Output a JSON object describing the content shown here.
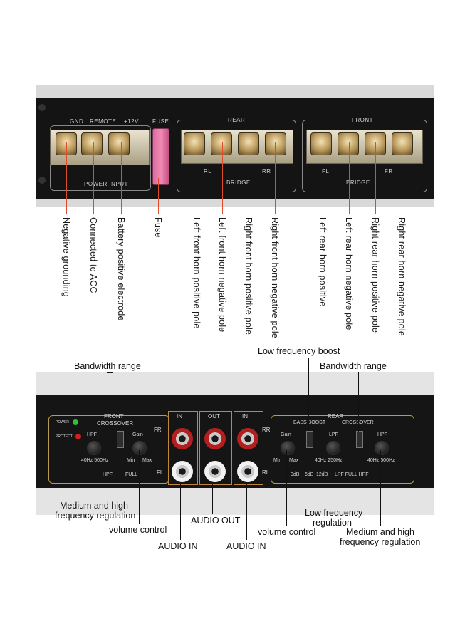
{
  "top_panel": {
    "silkscreen": {
      "gnd": "GND",
      "remote": "REMOTE",
      "plus12v": "+12V",
      "fuse": "FUSE",
      "power_input": "POWER INPUT",
      "rear": "REAR",
      "front": "FRONT",
      "rl": "RL",
      "rr": "RR",
      "fl": "FL",
      "fr": "FR",
      "bridge": "BRIDGE"
    },
    "labels": [
      "Negative grounding",
      "Connected to ACC",
      "Battery positive electrode",
      "Fuse",
      "Left front horn positive pole",
      "Left front horn negative pole",
      "Right front horn positive pole",
      "Right front horn negative pole",
      "Left rear horn positive",
      "Left rear horn negative pole",
      "Right rear horn positive pole",
      "Right rear horn negative pole"
    ]
  },
  "bottom_panel": {
    "silkscreen": {
      "power": "POWER",
      "protect": "PROTECT",
      "front": "FRONT",
      "crossover": "CROSSOVER",
      "hpf": "HPF",
      "gain": "Gain",
      "freq_40_500": "40Hz 500Hz",
      "min": "Min",
      "max": "Max",
      "full": "FULL",
      "fr": "FR",
      "fl": "FL",
      "in": "IN",
      "out": "OUT",
      "rr": "RR",
      "rl": "RL",
      "rear": "REAR",
      "bass_boost": "BASS BOOST",
      "lpf": "LPF",
      "freq_40_250": "40Hz 250Hz",
      "db_0": "0dB",
      "db_6": "6dB",
      "db_12": "12dB",
      "full_hpf": "LPF FULL HPF",
      "rear_crossover": "CROSSOVER",
      "freq_40_500_r": "40Hz 500Hz"
    },
    "annotations": {
      "low_freq_boost": "Low frequency boost",
      "bandwidth_left": "Bandwidth range",
      "bandwidth_right": "Bandwidth range",
      "med_high_left_1": "Medium and high",
      "med_high_left_2": "frequency regulation",
      "volume_left": "volume control",
      "audio_in_left": "AUDIO IN",
      "audio_out": "AUDIO OUT",
      "volume_right": "volume control",
      "audio_in_right": "AUDIO IN",
      "low_freq_reg_1": "Low frequency",
      "low_freq_reg_2": "regulation",
      "med_high_right_1": "Medium and high",
      "med_high_right_2": "frequency regulation"
    }
  },
  "colors": {
    "panel": "#141414",
    "lead_line": "#e14b2a",
    "rca_red": "#b31e1e",
    "gold_trim": "#b89a52",
    "led_power": "#2fbf3a",
    "led_protect": "#d21e1e"
  }
}
